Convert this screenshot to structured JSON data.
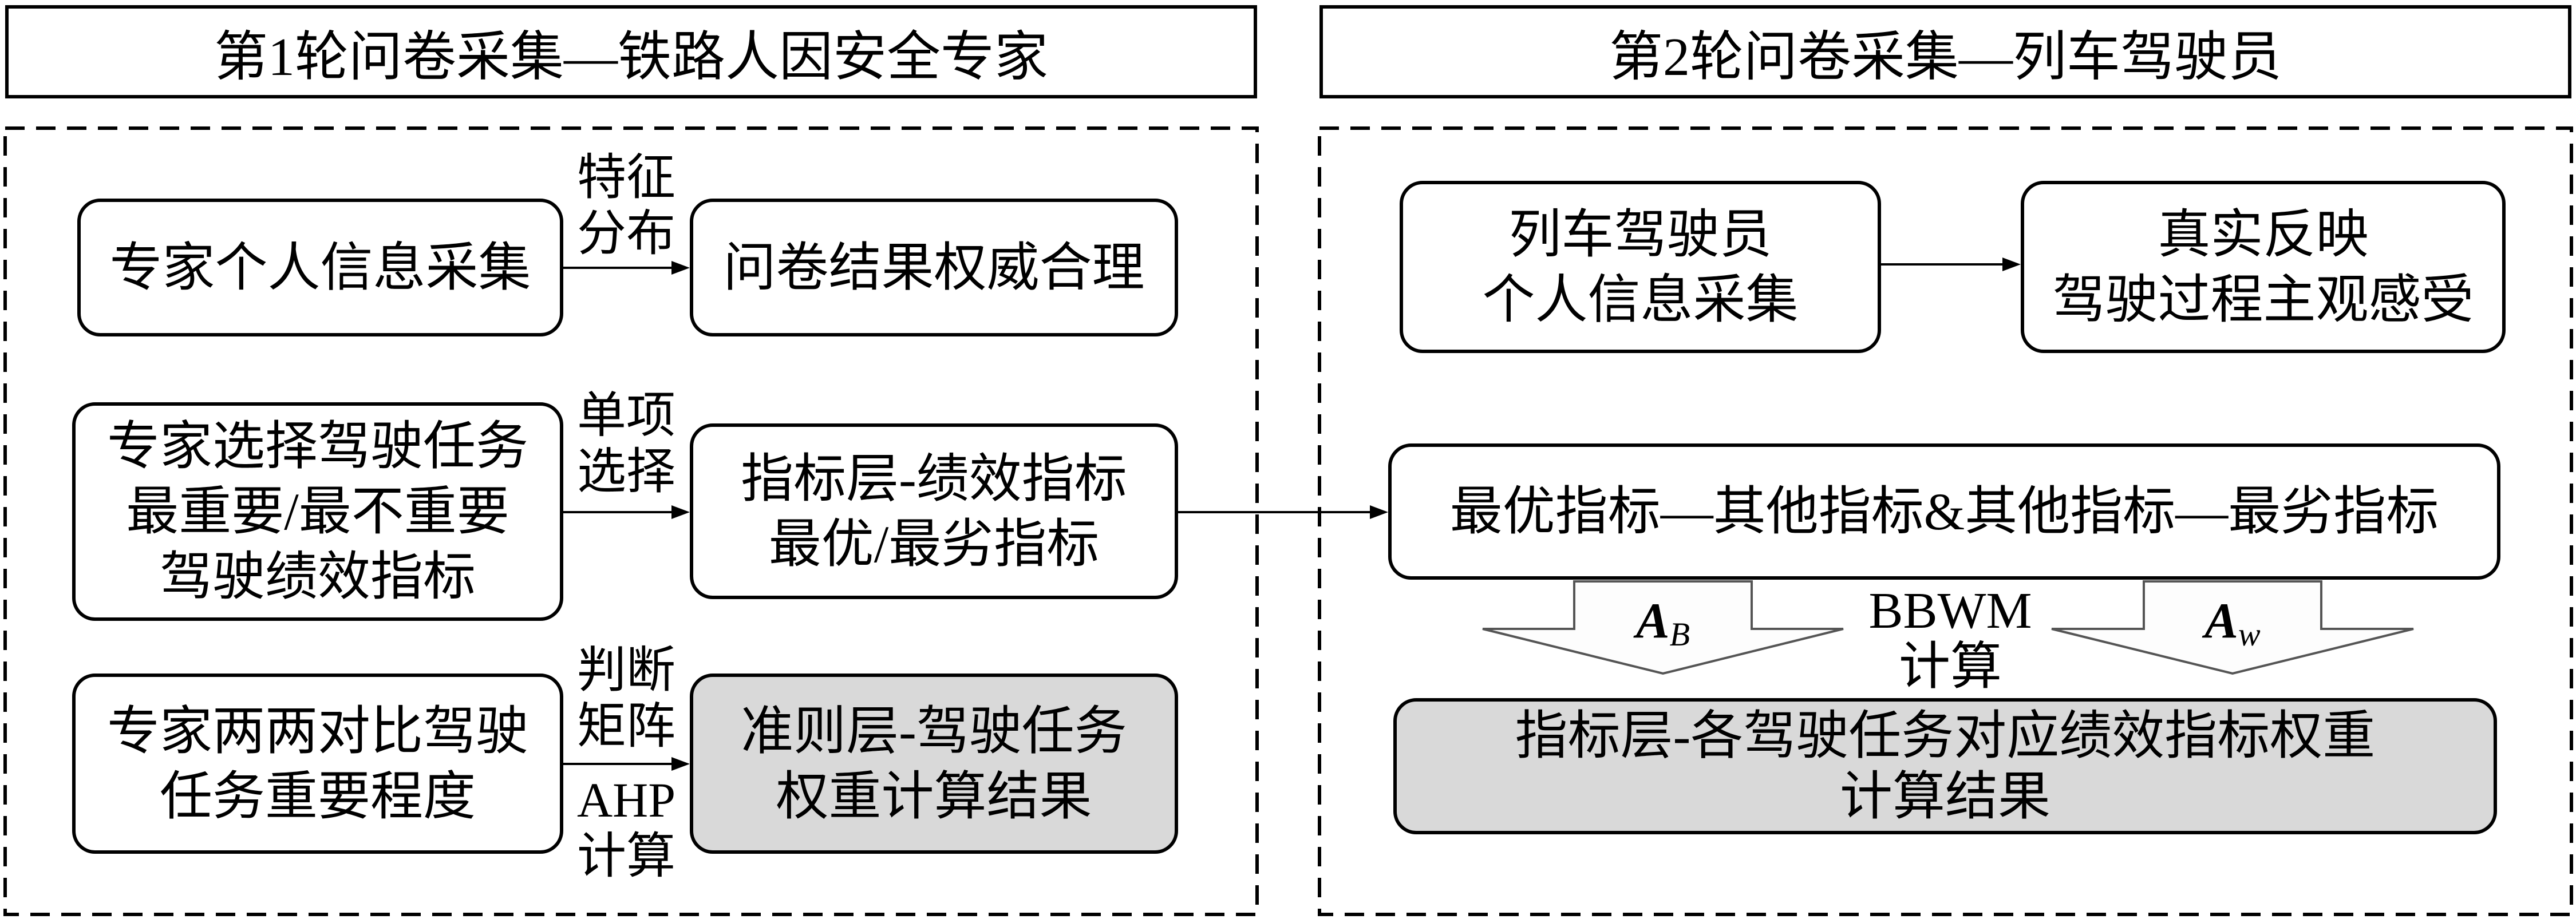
{
  "rounds": {
    "round1": {
      "title": "第1轮问卷采集—铁路人因安全专家"
    },
    "round2": {
      "title": "第2轮问卷采集—列车驾驶员"
    }
  },
  "left": {
    "expert_info": {
      "lines": [
        "专家个人信息采集"
      ]
    },
    "label_feature": {
      "lines": [
        "特征",
        "分布"
      ]
    },
    "authority": {
      "lines": [
        "问卷结果权威合理"
      ]
    },
    "select_task": {
      "lines": [
        "专家选择驾驶任务",
        "最重要/最不重要",
        "驾驶绩效指标"
      ]
    },
    "label_single": {
      "lines": [
        "单项",
        "选择"
      ]
    },
    "best_worst": {
      "lines": [
        "指标层-绩效指标",
        "最优/最劣指标"
      ]
    },
    "compare": {
      "lines": [
        "专家两两对比驾驶",
        "任务重要程度"
      ]
    },
    "label_matrix": {
      "lines": [
        "判断",
        "矩阵"
      ]
    },
    "label_ahp": {
      "lines": [
        "AHP",
        "计算"
      ]
    },
    "criteria_result": {
      "lines": [
        "准则层-驾驶任务",
        "权重计算结果"
      ]
    }
  },
  "right": {
    "driver_info": {
      "lines": [
        "列车驾驶员",
        "个人信息采集"
      ]
    },
    "reflect": {
      "lines": [
        "真实反映",
        "驾驶过程主观感受"
      ]
    },
    "comparison": {
      "lines": [
        "最优指标—其他指标&其他指标—最劣指标"
      ]
    },
    "arrow_ab": {
      "main": "A",
      "sub": "B"
    },
    "bbwm": {
      "lines": [
        "BBWM",
        "计算"
      ]
    },
    "arrow_aw": {
      "main": "A",
      "sub": "w"
    },
    "weight_result": {
      "lines": [
        "指标层-各驾驶任务对应绩效指标权重",
        "计算结果"
      ]
    }
  },
  "colors": {
    "result_fill": "#d9d9d9",
    "block_arrow_stroke": "#555555"
  }
}
